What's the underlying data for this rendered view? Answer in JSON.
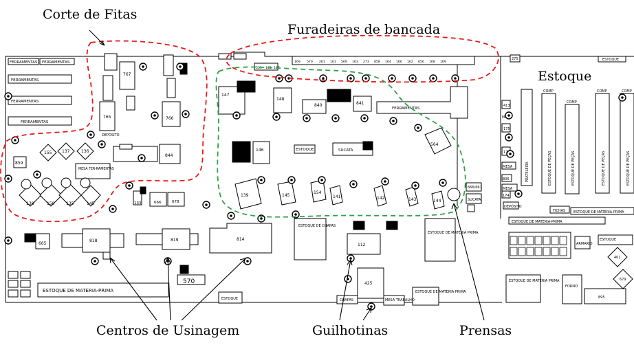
{
  "labels": {
    "corte": "Corte de Fitas",
    "furadeiras": "Furadeiras de bancada",
    "estoque": "Estoque",
    "centros": "Centros de Usinagem",
    "guilhotinas": "Guilhotinas",
    "prensas": "Prensas"
  },
  "small": {
    "ferramentas": "FERRAMENTAS",
    "deposito": "DEPÓSITO",
    "mesa_ferramentas": "MESA FER-RAMENTAS",
    "estoque": "ESTOQUE",
    "sucata": "SUCATA",
    "estoque_chapas": "ESTOQUE DE CHAPAS",
    "estoque_mp": "ESTOQUE DE MATERIA-PRIMA",
    "estoque_mp_short": "ESTOQUE DE MATERIA PRIMA",
    "mesa": "MESA",
    "chapas": "CHAPAS",
    "mesa_trabalho": "MESA TRABALHO",
    "fichas": "FICHAS",
    "armario": "ARMARIO",
    "forno": "FORNO",
    "prateleira": "PRATELEIRA",
    "estoque_pecas": "ESTOQUE DE PEÇAS",
    "comp": "COMP"
  },
  "machines": {
    "m767": "767",
    "m765": "765",
    "m766": "766",
    "m844": "844",
    "m147": "147",
    "m148": "148",
    "m840": "840",
    "m841": "841",
    "m564": "564",
    "m146": "146",
    "m139": "139",
    "m145": "145",
    "m154": "154",
    "m141": "141",
    "m142": "142",
    "m143": "143",
    "m144": "144",
    "m859": "859",
    "m155": "155",
    "m137": "137",
    "m136": "136",
    "m138": "138",
    "m150": "150",
    "m135": "135",
    "m133": "133",
    "m666": "666",
    "m678": "678",
    "m818": "818",
    "m819": "819",
    "m814": "814",
    "m112": "112",
    "m425": "425",
    "m665": "665",
    "m570": "570",
    "m413": "413",
    "m175": "175",
    "m173": "173",
    "m806": "806",
    "m174": "174",
    "m401": "401",
    "m679": "679",
    "m895": "895",
    "m275": "275"
  },
  "drill_row": [
    "531",
    "165",
    "167",
    "169",
    "570",
    "261",
    "161",
    "569",
    "163",
    "273",
    "858",
    "164",
    "166",
    "162",
    "656",
    "168",
    "169"
  ]
}
